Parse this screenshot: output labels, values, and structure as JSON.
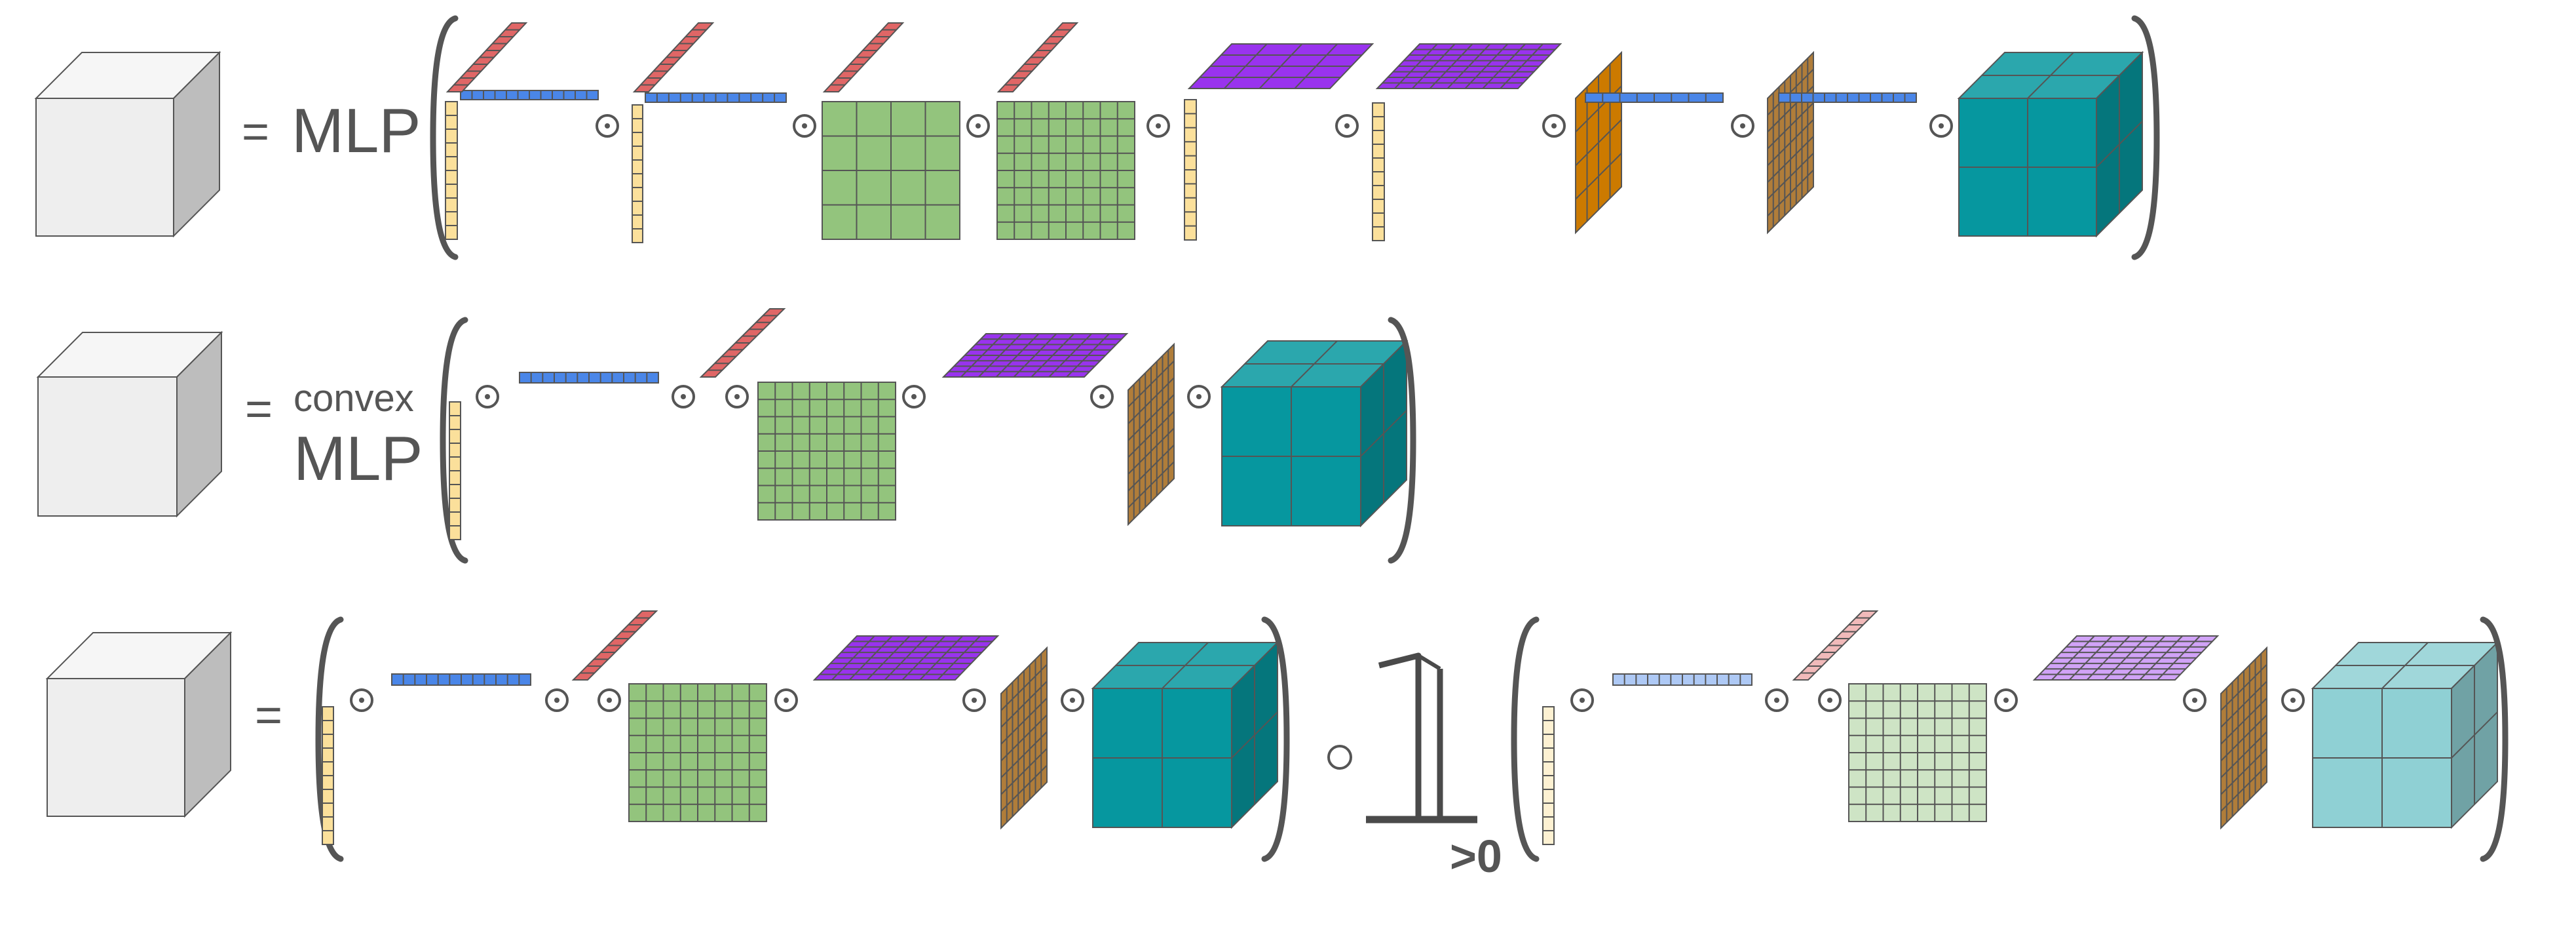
{
  "rows": [
    {
      "lhs": "=",
      "op_lines": [
        "MLP"
      ]
    },
    {
      "lhs": "=",
      "op_lines": [
        "convex",
        "MLP"
      ]
    },
    {
      "lhs": "=",
      "op_lines": []
    }
  ],
  "symbols": {
    "hadamard": "⊙",
    "composition": "∘",
    "indicator": "𝟙",
    "indicator_subscript": ">0"
  },
  "colors": {
    "cube_light": "#eeeeee",
    "vector_yellow": "#fbe09b",
    "vector_blue": "#4a86e8",
    "vector_red": "#e06666",
    "matrix_green": "#93c47d",
    "plane_purple": "#9933ee",
    "plane_orange": "#cc7a00",
    "plane_brown": "#b07d3a",
    "tensor_teal": "#06979f",
    "text_gray": "#555555"
  }
}
